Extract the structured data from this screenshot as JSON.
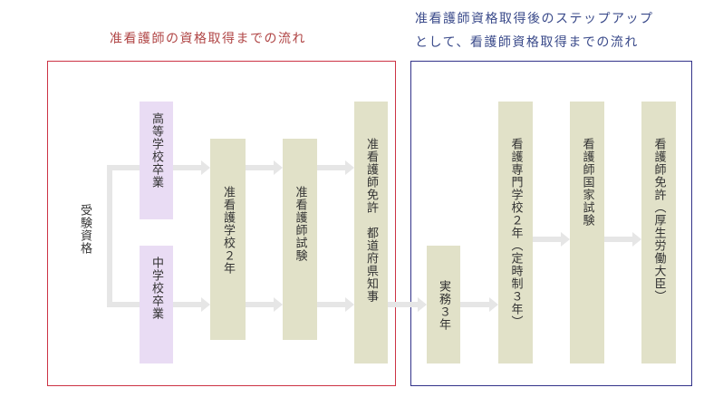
{
  "titles": {
    "left": "准看護師の資格取得までの流れ",
    "right_line1": "准看護師資格取得後のステップアップ",
    "right_line2": "として、看護師資格取得までの流れ"
  },
  "left_side_label": "受験資格",
  "nodes": {
    "high_school": "高等学校卒業",
    "middle_school": "中学校卒業",
    "nursing_school_2y": "准看護学校２年",
    "exam": "准看護師試験",
    "license": "准看護師免許　都道府県知事",
    "practice": "実務３年",
    "rn_school": "看護専門学校２年（定時制３年）",
    "national_exam": "看護師国家試験",
    "rn_license": "看護師免許（厚生労働大臣）"
  },
  "colors": {
    "left_title": "#b04545",
    "right_title": "#3a4a8a",
    "left_frame": "#cc3344",
    "right_frame": "#33338a",
    "purple_box": "#e9dcf4",
    "olive_box": "#e1e1c8",
    "arrow": "#e6e6e6"
  }
}
